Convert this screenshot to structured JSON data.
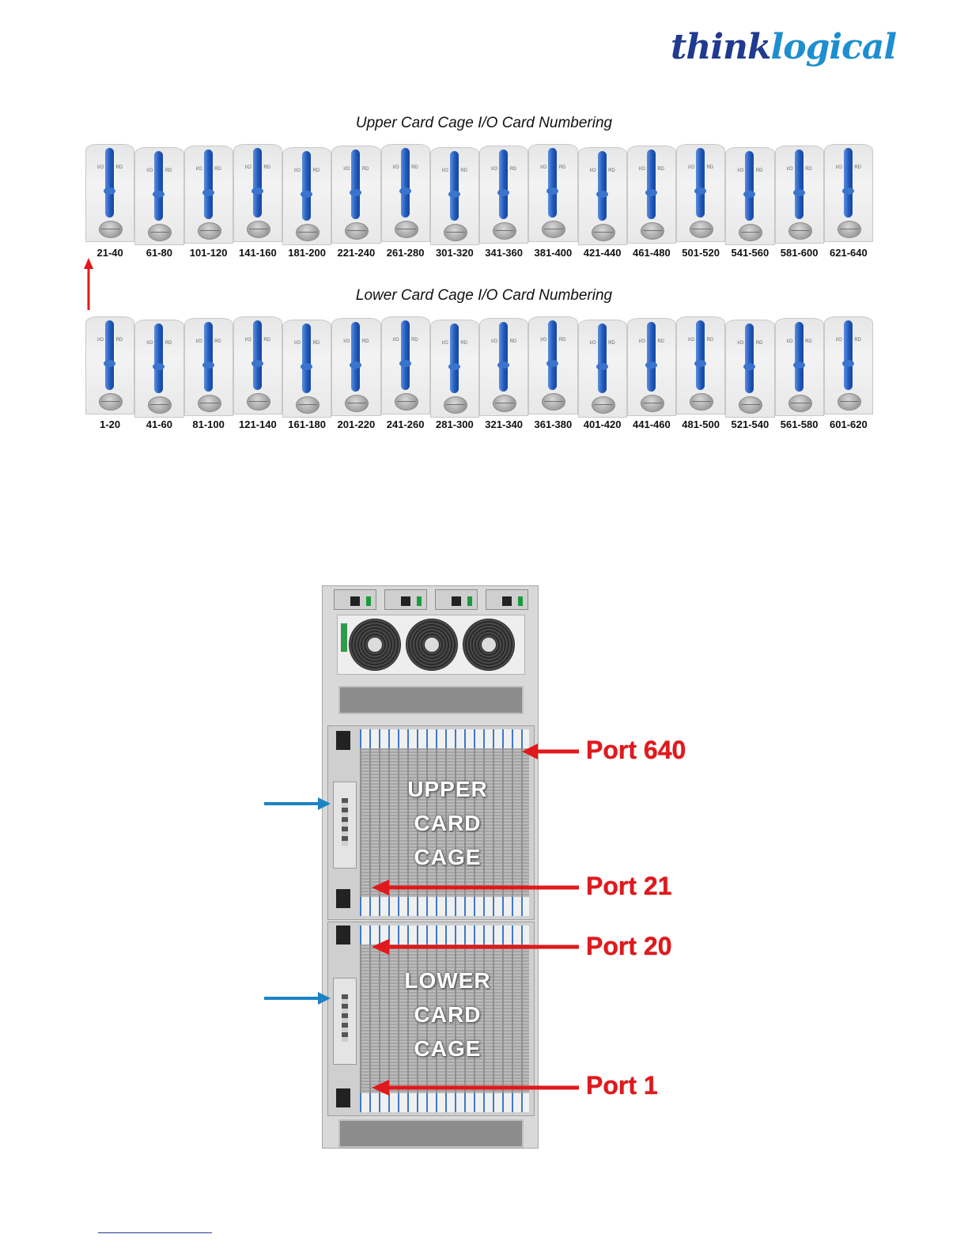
{
  "logo": {
    "think": "think",
    "logical": "logical"
  },
  "upper_cage": {
    "title": "Upper Card Cage I/O Card Numbering",
    "card_text_left": "I/O",
    "card_text_right": "RD",
    "ranges": [
      "21-40",
      "61-80",
      "101-120",
      "141-160",
      "181-200",
      "221-240",
      "261-280",
      "301-320",
      "341-360",
      "381-400",
      "421-440",
      "461-480",
      "501-520",
      "541-560",
      "581-600",
      "621-640"
    ]
  },
  "lower_cage": {
    "title": "Lower Card Cage I/O Card Numbering",
    "card_text_left": "I/O",
    "card_text_right": "RD",
    "ranges": [
      "1-20",
      "41-60",
      "81-100",
      "121-140",
      "161-180",
      "201-220",
      "241-260",
      "281-300",
      "321-340",
      "361-380",
      "401-420",
      "441-460",
      "481-500",
      "521-540",
      "561-580",
      "601-620"
    ]
  },
  "chassis": {
    "upper_text": [
      "UPPER",
      "CARD",
      "CAGE"
    ],
    "lower_text": [
      "LOWER",
      "CARD",
      "CAGE"
    ]
  },
  "port_labels": {
    "port_640": "Port 640",
    "port_21": "Port 21",
    "port_20": "Port 20",
    "port_1": "Port 1"
  },
  "colors": {
    "port_arrow": "#e0191c",
    "controller_arrow": "#1a84c4",
    "sequence_arrow": "#e0191c",
    "lever_blue": "#1e56b8"
  }
}
